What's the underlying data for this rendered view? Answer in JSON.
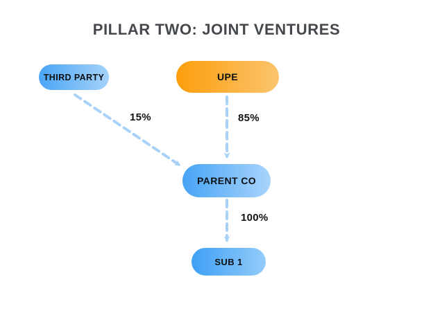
{
  "title": "PILLAR TWO: JOINT VENTURES",
  "diagram": {
    "nodes": [
      {
        "id": "third-party",
        "label": "THIRD PARTY",
        "color_start": "#4aa5f6",
        "color_end": "#a5d3fa"
      },
      {
        "id": "upe",
        "label": "UPE",
        "color_start": "#fc9e0c",
        "color_end": "#fbc46e"
      },
      {
        "id": "parent-co",
        "label": "PARENT CO",
        "color_start": "#47a4f6",
        "color_end": "#a9d4fb"
      },
      {
        "id": "sub-1",
        "label": "SUB 1",
        "color_start": "#3fa0f5",
        "color_end": "#93ccfa"
      }
    ],
    "edges": [
      {
        "from": "THIRD PARTY",
        "to": "PARENT CO",
        "label": "15%"
      },
      {
        "from": "UPE",
        "to": "PARENT CO",
        "label": "85%"
      },
      {
        "from": "PARENT CO",
        "to": "SUB 1",
        "label": "100%"
      }
    ],
    "arrow_color": "#a9d2f8",
    "background_color": "#ffffff",
    "title_color": "#45484c"
  }
}
